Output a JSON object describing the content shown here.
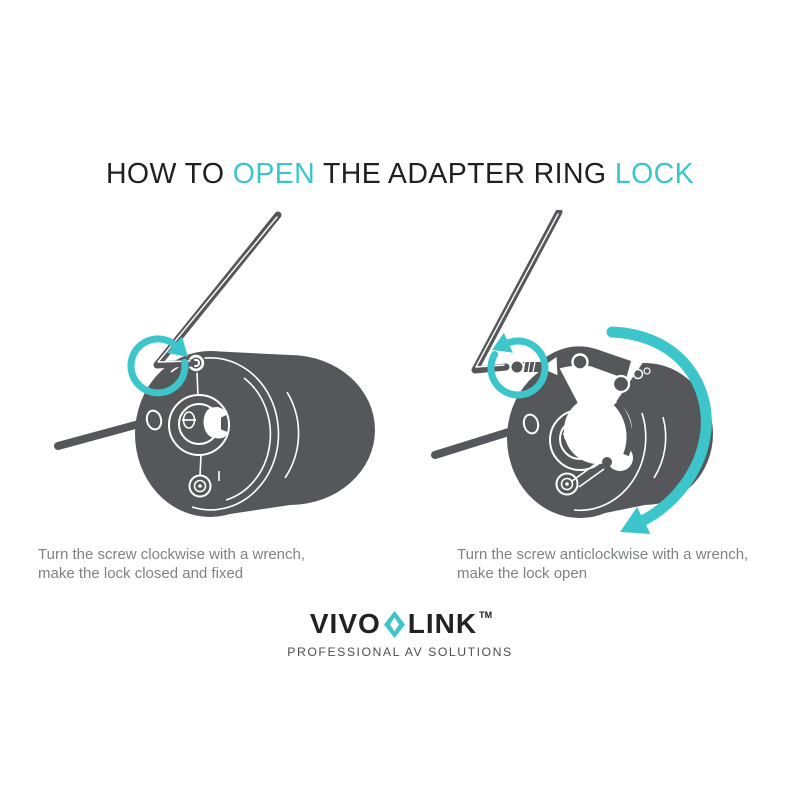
{
  "title": {
    "part1": "HOW TO ",
    "highlight1": "OPEN",
    "part2": " THE ADAPTER RING ",
    "highlight2": "LOCK"
  },
  "figures": {
    "left": {
      "name": "adapter-ring-closed",
      "state": "closed",
      "arrow_icon": "clockwise-arrow-icon",
      "caption_line1": "Turn the screw clockwise with a wrench,",
      "caption_line2": "make the lock closed and fixed"
    },
    "right": {
      "name": "adapter-ring-open",
      "state": "open",
      "arrow_icon": "anticlockwise-arrow-icon",
      "rotate_arrow_icon": "rotate-open-arrow-icon",
      "caption_line1": "Turn the screw anticlockwise with a wrench,",
      "caption_line2": "make the lock open"
    }
  },
  "logo": {
    "brand_part1": "VIVO",
    "brand_part2": "LINK",
    "diamond_icon": "diamond-icon",
    "trademark": "TM",
    "tagline": "PROFESSIONAL AV SOLUTIONS"
  },
  "colors": {
    "accent_teal": "#3CC6CB",
    "ring_body_gray": "#56575A",
    "caption_gray": "#7F8285",
    "title_black": "#1F2023",
    "logo_black": "#232122"
  }
}
